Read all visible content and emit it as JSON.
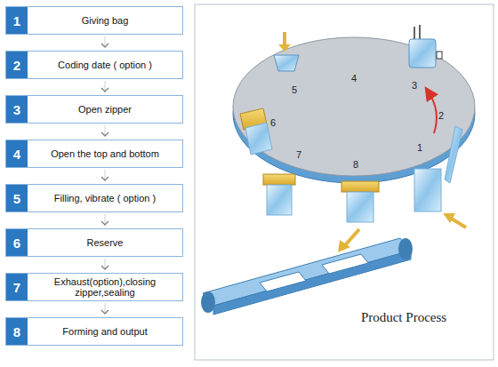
{
  "diagram": {
    "nodes": [
      {
        "text": [
          "1",
          "Giving bag"
        ]
      },
      {
        "text": [
          "2",
          "Coding date ( option )"
        ]
      },
      {
        "text": [
          "3",
          "Open zipper"
        ]
      },
      {
        "text": [
          "4",
          "Open the top and bottom"
        ]
      },
      {
        "text": [
          "5",
          "Filling, vibrate ( option )"
        ]
      },
      {
        "text": [
          "6",
          "Reserve"
        ]
      },
      {
        "text": [
          "7",
          "Exhaust(option),closing zipper,sealing"
        ]
      },
      {
        "text": [
          "8",
          "Forming and output"
        ]
      }
    ],
    "edges": [
      {
        "from": 0,
        "to": 1,
        "arrow": "to"
      },
      {
        "from": 1,
        "to": 2,
        "arrow": "to"
      },
      {
        "from": 2,
        "to": 3,
        "arrow": "to"
      },
      {
        "from": 3,
        "to": 4,
        "arrow": "to"
      },
      {
        "from": 4,
        "to": 5,
        "arrow": "to"
      },
      {
        "from": 5,
        "to": 6,
        "arrow": "to"
      },
      {
        "from": 6,
        "to": 7,
        "arrow": "to"
      }
    ],
    "labels": [
      "1",
      "2",
      "3",
      "4",
      "5",
      "6",
      "7",
      "8",
      "Product Process"
    ]
  }
}
